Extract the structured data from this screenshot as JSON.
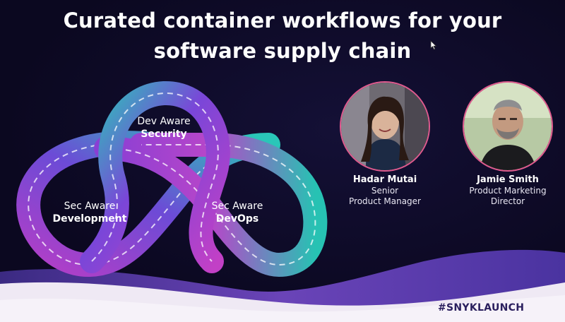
{
  "slide": {
    "title_line1": "Curated container workflows for your",
    "title_line2": "software supply chain",
    "hashtag": "#SNYKLAUNCH"
  },
  "loop": {
    "top": {
      "light": "Dev Aware",
      "strong": "Security"
    },
    "left": {
      "light": "Sec Aware",
      "strong": "Development"
    },
    "right": {
      "light": "Sec Aware",
      "strong": "DevOps"
    }
  },
  "speakers": [
    {
      "name": "Hadar Mutai",
      "role_line1": "Senior",
      "role_line2": "Product Manager"
    },
    {
      "name": "Jamie Smith",
      "role_line1": "Product Marketing",
      "role_line2": "Director"
    }
  ],
  "colors": {
    "background": "#0d0a24",
    "loop_teal": "#27c3b4",
    "loop_purple": "#8b3fd6",
    "loop_magenta": "#c040c9",
    "avatar_border": "#e05a8e",
    "wave_light": "#efe9f4",
    "wave_purple": "#5a3fa8",
    "hashtag_text": "#2a1f5e"
  },
  "icons": {
    "cursor": "mouse-pointer-icon"
  }
}
